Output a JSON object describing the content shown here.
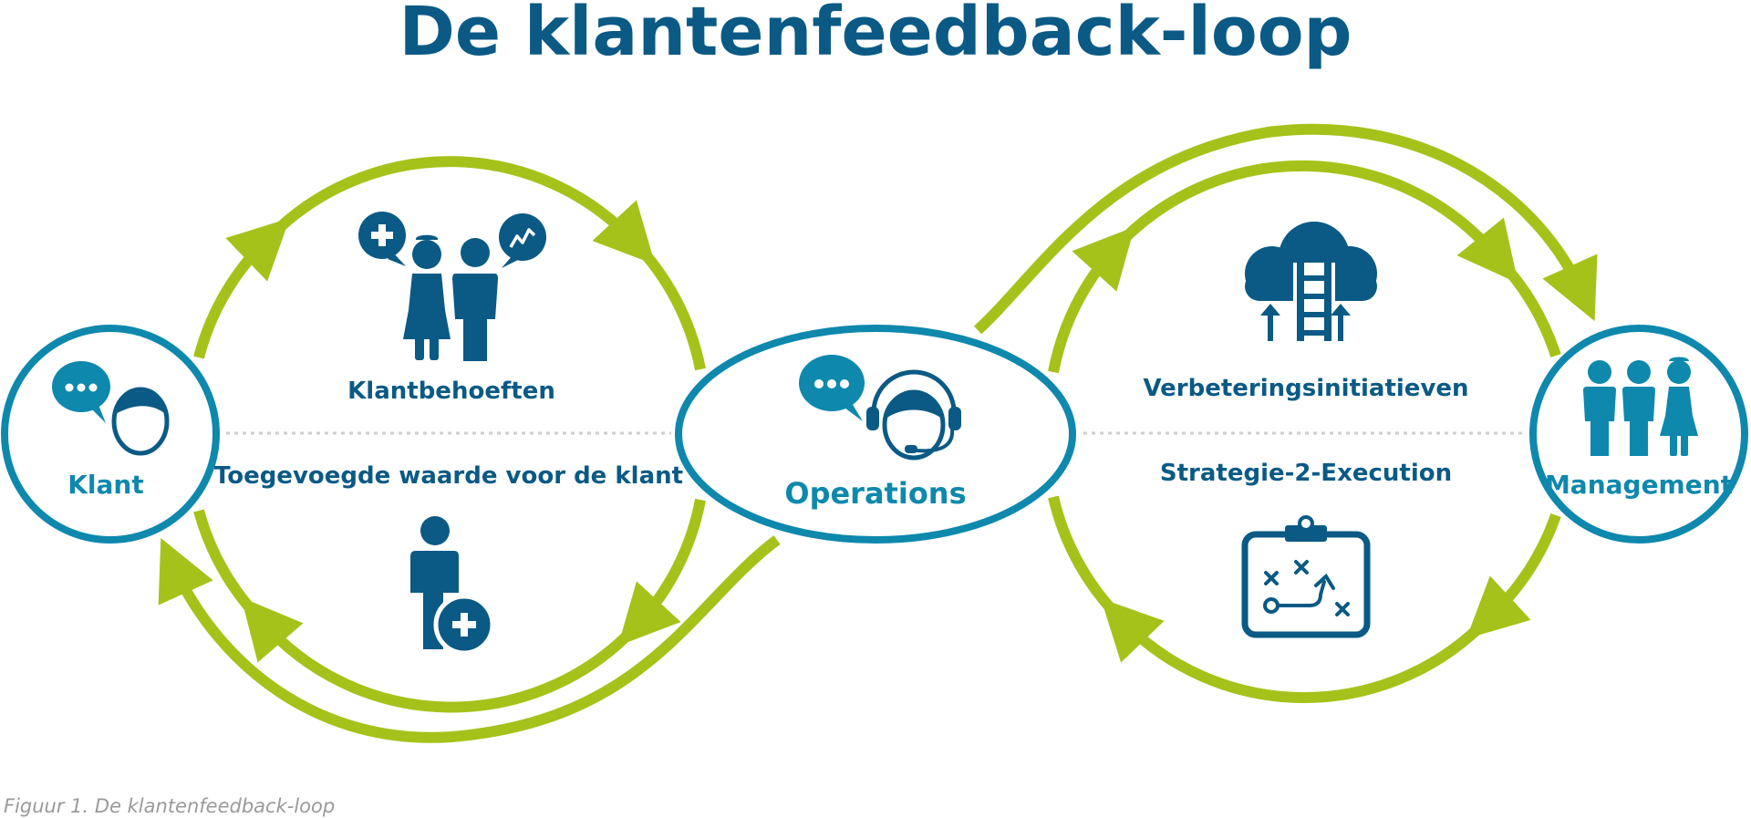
{
  "title": "De klantenfeedback-loop",
  "nodes": {
    "klant": "Klant",
    "operations": "Operations",
    "management": "Management"
  },
  "labels": {
    "klantbehoeften": "Klantbehoeften",
    "toegevoegde_waarde": "Toegevoegde waarde voor de klant",
    "verbeteringsinitiatieven": "Verbeteringsinitiatieven",
    "strategie": "Strategie-2-Execution"
  },
  "caption": "Figuur 1. De klantenfeedback-loop",
  "colors": {
    "title": "#0a5a85",
    "dark_blue": "#08557f",
    "teal": "#0e88ad",
    "green": "#a5c21a",
    "divider": "#cfcfcf",
    "caption": "#9a9a9a"
  },
  "icons": {
    "klant": "customer-chat-icon",
    "klantbehoeften": "customer-needs-icon",
    "toegevoegde_waarde": "person-plus-icon",
    "operations": "call-center-agent-icon",
    "verbeteringsinitiatieven": "cloud-ladder-icon",
    "strategie": "strategy-board-icon",
    "management": "management-people-icon"
  }
}
